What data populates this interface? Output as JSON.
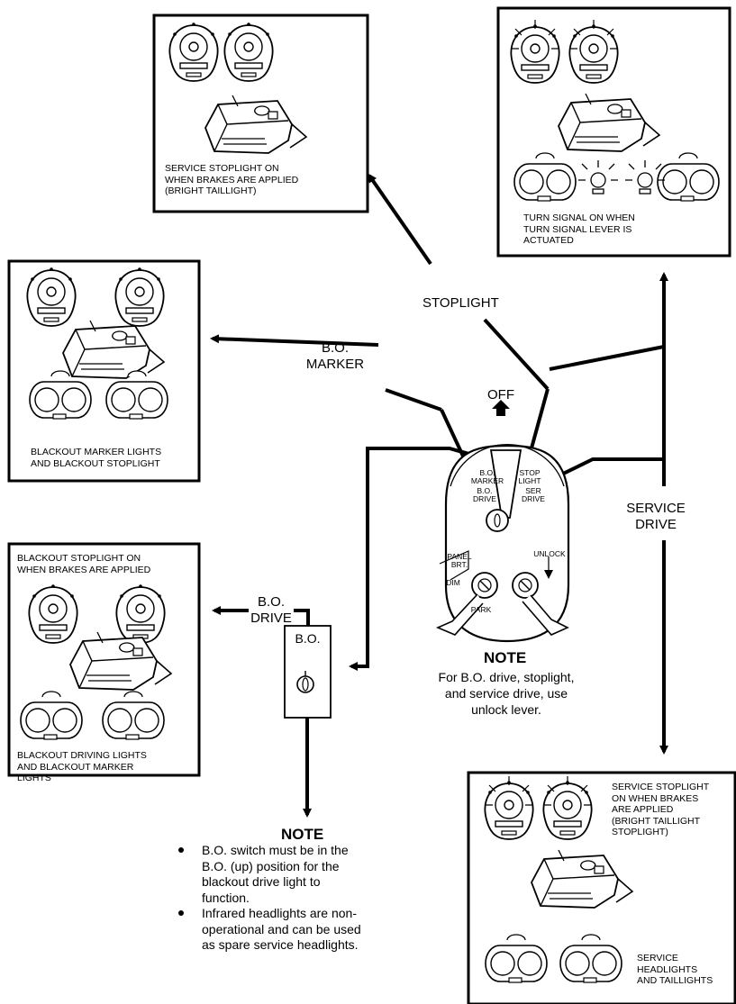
{
  "panels": {
    "stoplight": "SERVICE STOPLIGHT ON\nWHEN BRAKES ARE APPLIED\n(BRIGHT TAILLIGHT)",
    "turn_signal": "TURN SIGNAL ON WHEN\nTURN SIGNAL LEVER IS\nACTUATED",
    "bo_marker": "BLACKOUT MARKER LIGHTS\nAND BLACKOUT STOPLIGHT",
    "bo_drive_top": "BLACKOUT STOPLIGHT ON\nWHEN BRAKES ARE APPLIED",
    "bo_drive_bottom": "BLACKOUT DRIVING LIGHTS\nAND BLACKOUT MARKER\nLIGHTS",
    "service_drive_top": "SERVICE STOPLIGHT\nON WHEN BRAKES\nARE APPLIED\n(BRIGHT TAILLIGHT\nSTOPLIGHT)",
    "service_drive_bottom": "SERVICE\nHEADLIGHTS\nAND TAILLIGHTS"
  },
  "labels": {
    "stoplight": "STOPLIGHT",
    "bo_marker": "B.O.\nMARKER",
    "off": "OFF",
    "service_drive": "SERVICE\nDRIVE",
    "bo_drive": "B.O.\nDRIVE"
  },
  "switch": {
    "bo_marker": "B.O.\nMARKER",
    "bo_drive": "B.O.\nDRIVE",
    "stop_light": "STOP\nLIGHT",
    "ser_drive": "SER\nDRIVE",
    "panel_brt": "PANEL\nBRT.",
    "dim": "DIM",
    "park": "PARK",
    "unlock": "UNLOCK"
  },
  "bo_switch": {
    "label": "B.O."
  },
  "note_center": {
    "title": "NOTE",
    "text": "For B.O. drive, stoplight,\nand service drive, use\nunlock lever."
  },
  "note_bottom": {
    "title": "NOTE",
    "items": [
      "B.O. switch must be in the\nB.O. (up) position for the\nblackout drive light to\nfunction.",
      "Infrared headlights are non-\noperational and can be used\nas spare service headlights."
    ]
  }
}
